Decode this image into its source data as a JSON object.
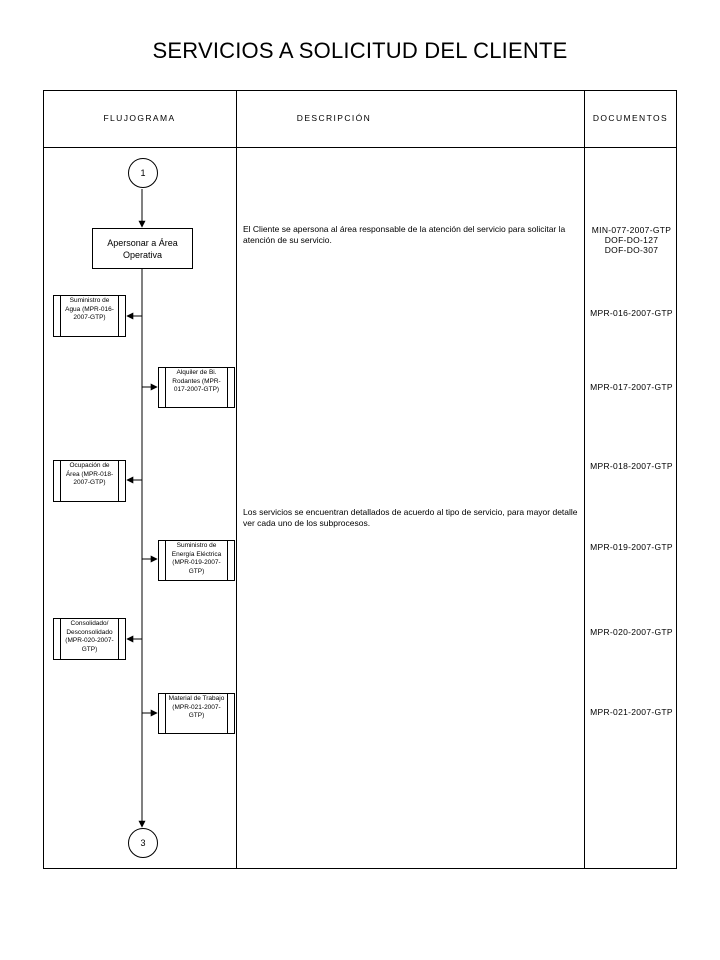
{
  "title": "SERVICIOS A SOLICITUD DEL CLIENTE",
  "headers": {
    "flujograma": "FLUJOGRAMA",
    "descripcion": "DESCRIPCIÓN",
    "documentos": "DOCUMENTOS"
  },
  "connectors": {
    "start": "1",
    "end": "3"
  },
  "main_step": "Apersonar a Área Operativa",
  "subprocesses": [
    "Suministro de Agua (MPR-016-2007-GTP)",
    "Alquiler de Bi. Rodantes (MPR-017-2007-GTP)",
    "Ocupación de Área (MPR-018-2007-GTP)",
    "Suministro de Energía Eléctrica (MPR-019-2007-GTP)",
    "Consolidado/ Desconsolidado (MPR-020-2007-GTP)",
    "Material de Trabajo (MPR-021-2007-GTP)"
  ],
  "descriptions": [
    "El Cliente se apersona al área responsable de la atención del servicio para solicitar la atención de su servicio.",
    "Los servicios se encuentran detallados de acuerdo al tipo de servicio, para mayor detalle ver cada uno de los subprocesos."
  ],
  "documents": {
    "step1": [
      "MIN-077-2007-GTP",
      "DOF-DO-127",
      "DOF-DO-307"
    ],
    "d1": "MPR-016-2007-GTP",
    "d2": "MPR-017-2007-GTP",
    "d3": "MPR-018-2007-GTP",
    "d4": "MPR-019-2007-GTP",
    "d5": "MPR-020-2007-GTP",
    "d6": "MPR-021-2007-GTP"
  }
}
